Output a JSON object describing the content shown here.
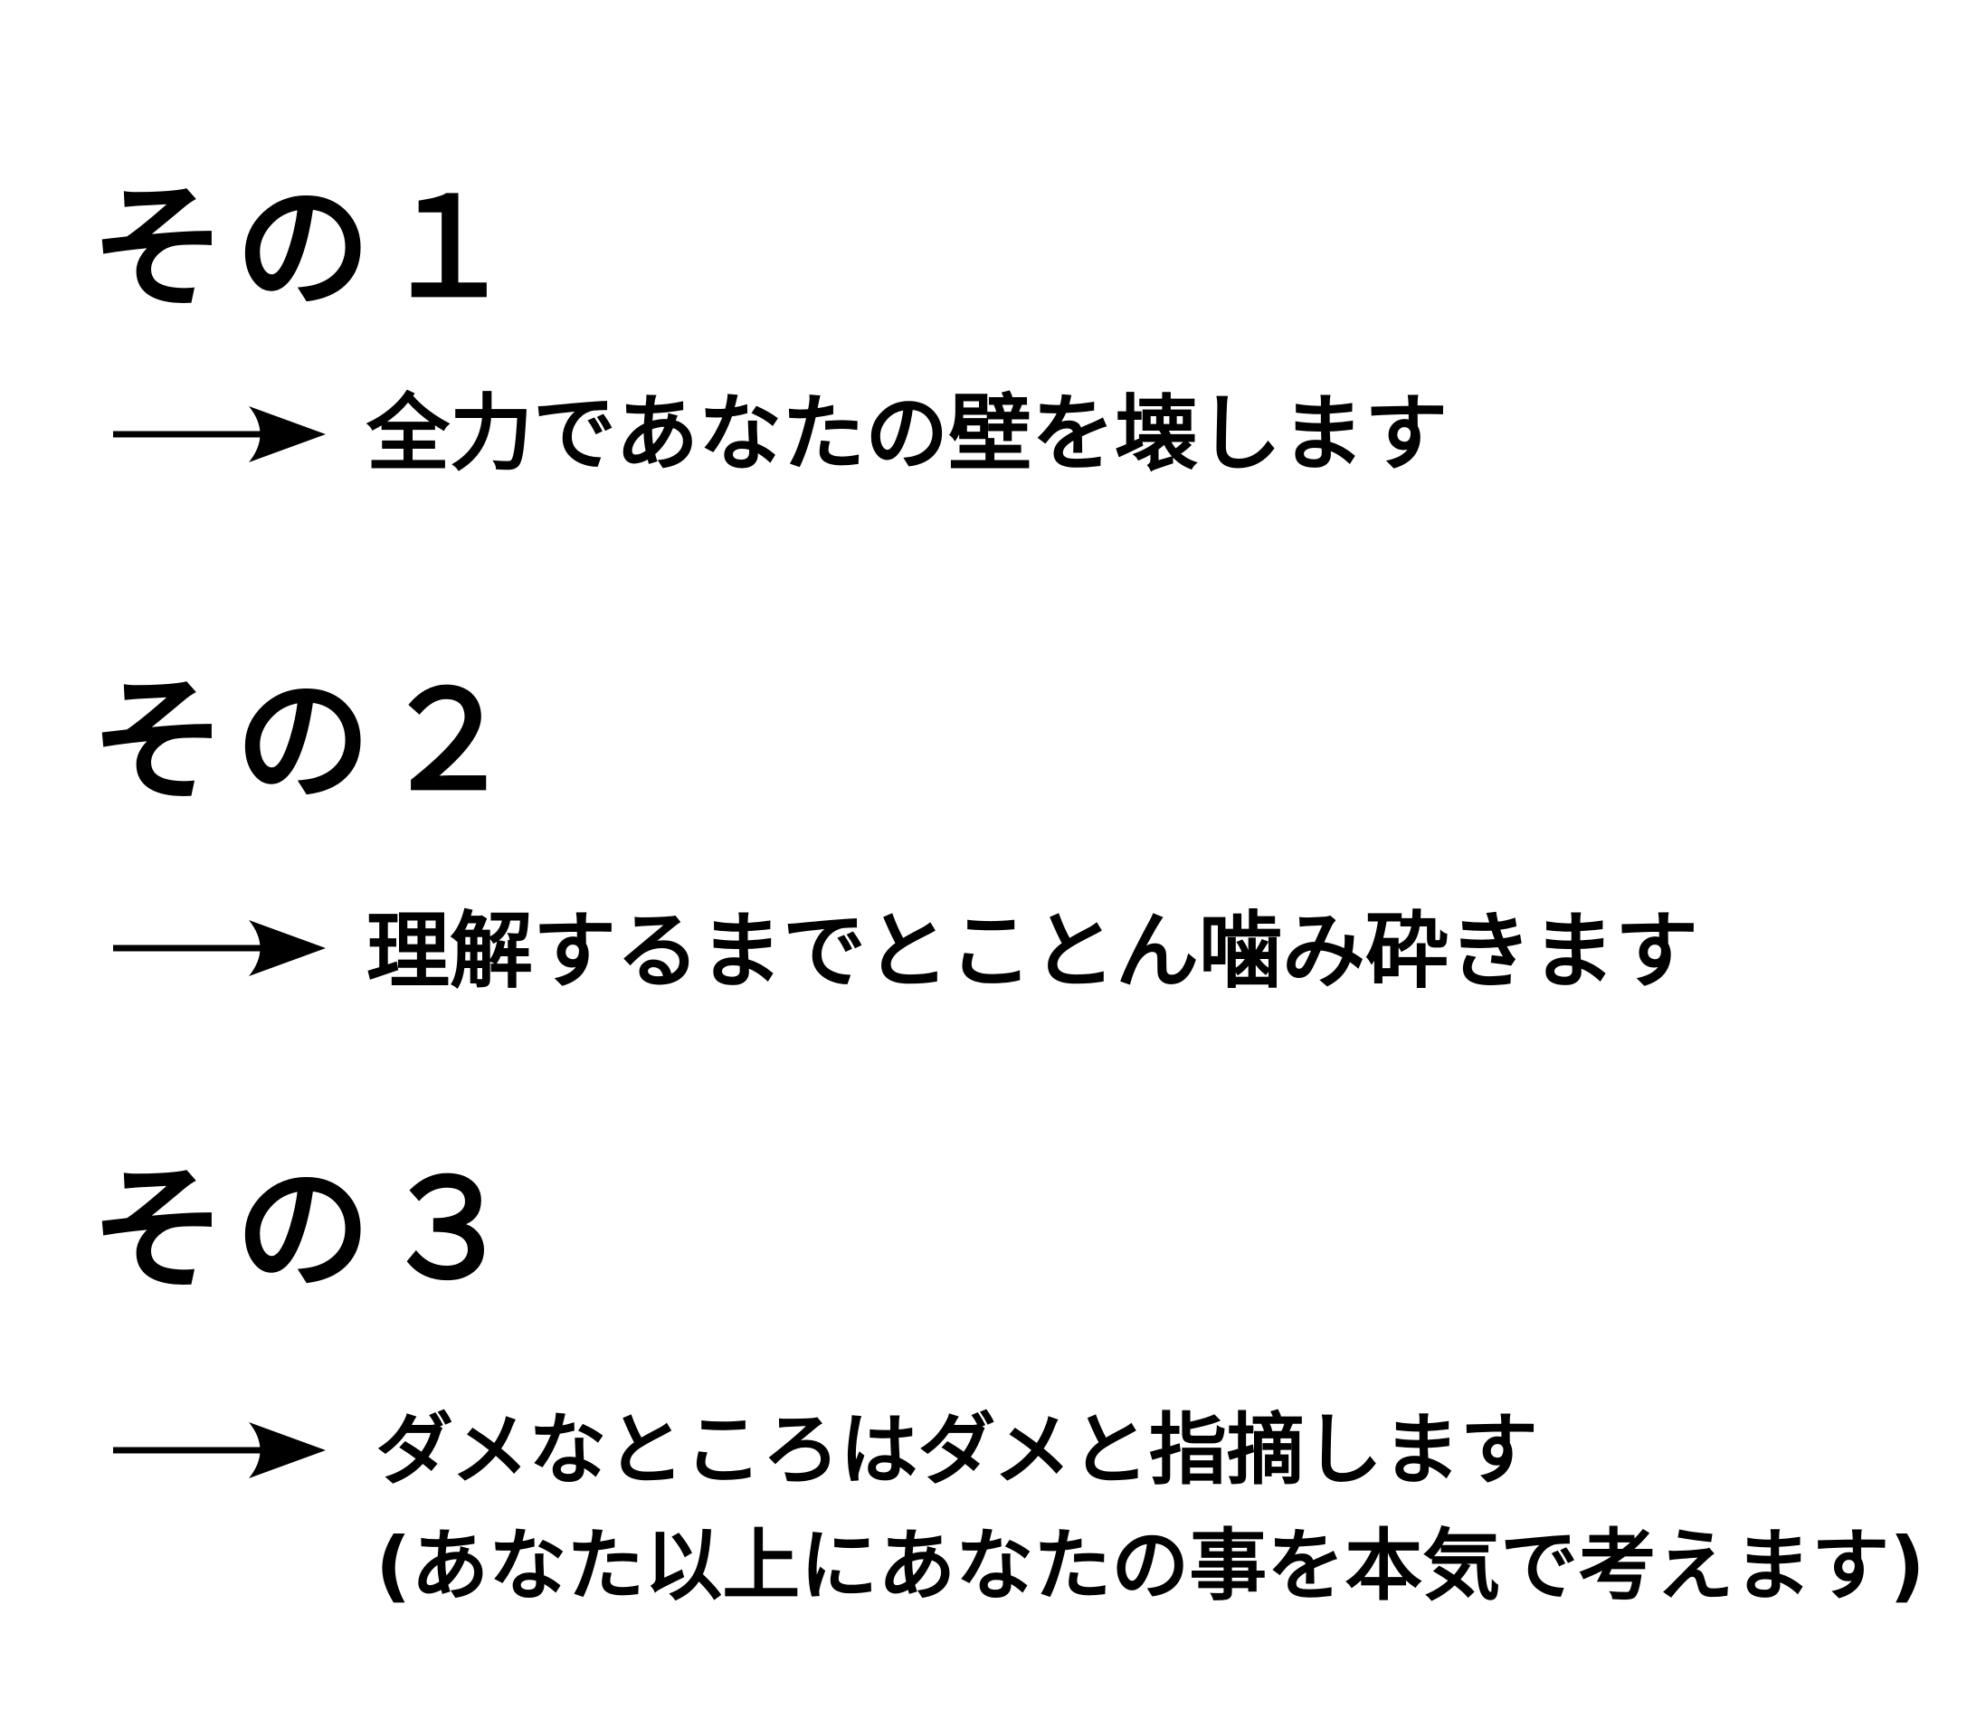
{
  "points": [
    {
      "heading": "その１",
      "lines": [
        "全力であなたの壁を壊します"
      ]
    },
    {
      "heading": "その２",
      "lines": [
        "理解するまでとことん噛み砕きます"
      ]
    },
    {
      "heading": "その３",
      "lines": [
        "ダメなところはダメと指摘します",
        "(あなた以上にあなたの事を本気で考えます)"
      ]
    }
  ],
  "icons": {
    "arrow": "right-arrow-icon"
  },
  "colors": {
    "text": "#000000",
    "background": "#ffffff"
  }
}
